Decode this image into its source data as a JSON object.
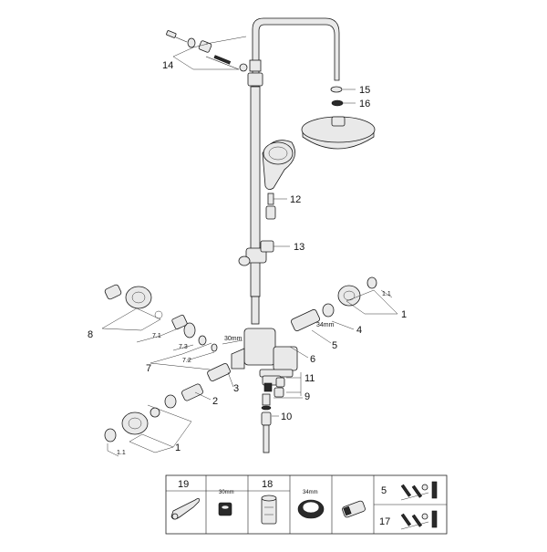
{
  "diagram": {
    "callouts": [
      "14",
      "15",
      "16",
      "12",
      "13",
      "8",
      "7.1",
      "7.3",
      "7.2",
      "7",
      "1.1",
      "1",
      "34mm",
      "4",
      "5",
      "30mm",
      "6",
      "11",
      "9",
      "2",
      "3",
      "10",
      "1.1",
      "1"
    ],
    "legend": {
      "cells": [
        "19",
        "30mm",
        "18",
        "34mm",
        "5",
        "17"
      ]
    }
  }
}
